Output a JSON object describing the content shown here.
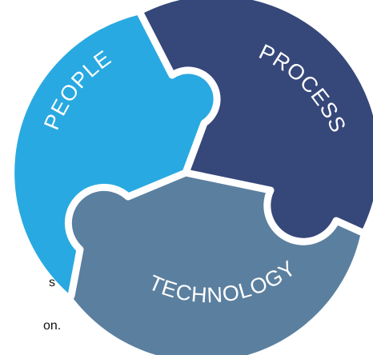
{
  "diagram": {
    "segments": [
      {
        "id": "people",
        "label": "PEOPLE",
        "color": "#29a9e1"
      },
      {
        "id": "process",
        "label": "PROCESS",
        "color": "#5b7f9f"
      },
      {
        "id": "technology",
        "label": "TECHNOLOGY",
        "color": "#36477a"
      }
    ]
  },
  "side_text": {
    "line1": "s",
    "line2": "on."
  }
}
